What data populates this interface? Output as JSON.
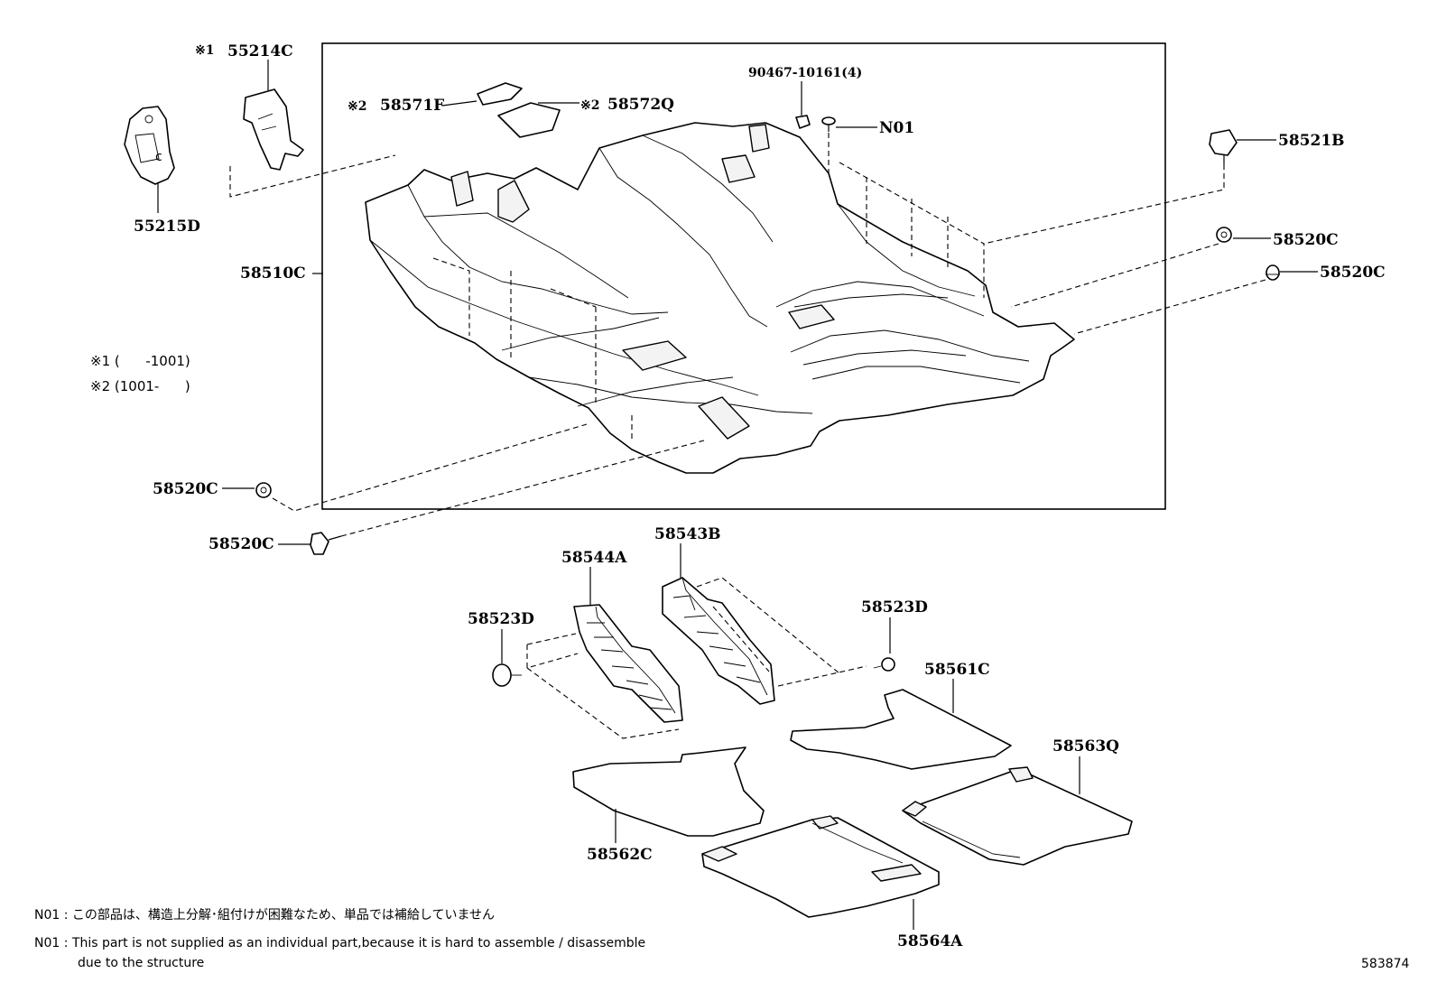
{
  "labels": {
    "p55214C": "55214C",
    "p55214C_note": "※1",
    "p55215D": "55215D",
    "p58571F": "58571F",
    "p58571F_note": "※2",
    "p58572Q": "58572Q",
    "p58572Q_note": "※2",
    "p90467": "90467-10161(4)",
    "pN01": "N01",
    "p58521B": "58521B",
    "p58520C_a": "58520C",
    "p58520C_b": "58520C",
    "p58520C_c": "58520C",
    "p58520C_d": "58520C",
    "p58510C": "58510C",
    "p58544A": "58544A",
    "p58543B": "58543B",
    "p58523D_a": "58523D",
    "p58523D_b": "58523D",
    "p58561C": "58561C",
    "p58563Q": "58563Q",
    "p58562C": "58562C",
    "p58564A": "58564A"
  },
  "legend": {
    "line1": "※1 (      -1001)",
    "line2": "※2 (1001-      )"
  },
  "notes": {
    "jp": "N01 : この部品は、構造上分解･組付けが困難なため、単品では補給していません",
    "en1": "N01 : This part is not supplied as an individual part,because it is hard to assemble / disassemble",
    "en2": "due to the structure"
  },
  "diagram_id": "583874"
}
